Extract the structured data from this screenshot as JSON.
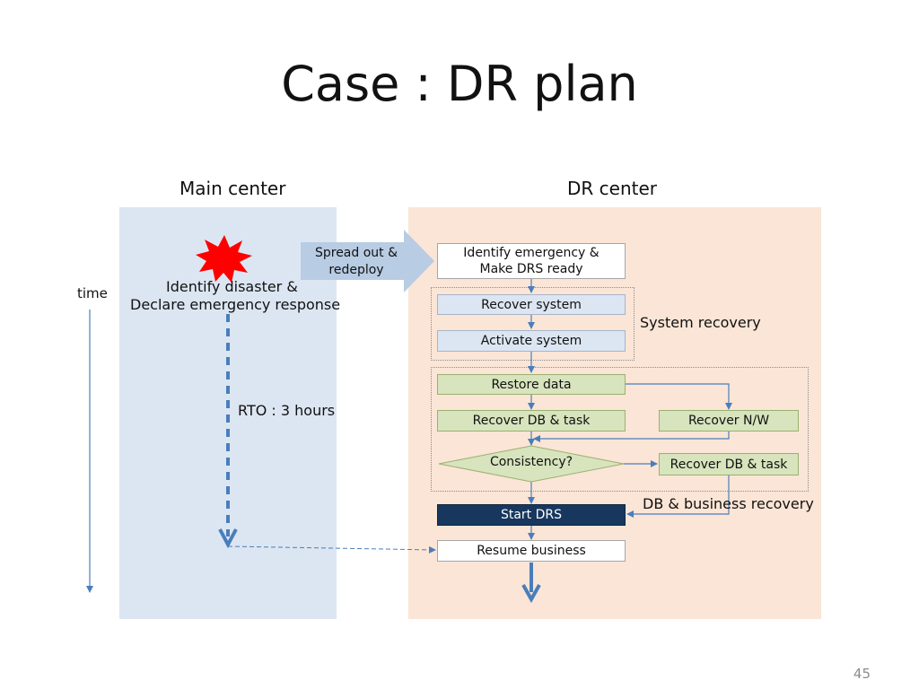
{
  "slide": {
    "title": "Case : DR plan",
    "page_number": "45"
  },
  "columns": {
    "main_center": "Main center",
    "dr_center": "DR center"
  },
  "axis": {
    "time_label": "time"
  },
  "main_panel": {
    "identify_line1": "Identify disaster &",
    "identify_line2": "Declare emergency response",
    "rto_label": "RTO : 3 hours"
  },
  "transfer_arrow": {
    "line1": "Spread out &",
    "line2": "redeploy"
  },
  "dr_flow": {
    "identify_line1": "Identify emergency &",
    "identify_line2": "Make DRS ready",
    "recover_system": "Recover system",
    "activate_system": "Activate system",
    "system_recovery_group": "System recovery",
    "restore_data": "Restore data",
    "recover_db_task": "Recover DB & task",
    "recover_nw": "Recover N/W",
    "consistency": "Consistency?",
    "recover_db_task_2": "Recover DB & task",
    "db_business_group": "DB & business recovery",
    "start_drs": "Start DRS",
    "resume_business": "Resume business"
  },
  "colors": {
    "main_panel_bg": "#dce6f2",
    "dr_panel_bg": "#fbe5d6",
    "flow_arrow": "#4a7ebb",
    "burst": "#ff0000",
    "start_drs_bg": "#17375e"
  }
}
